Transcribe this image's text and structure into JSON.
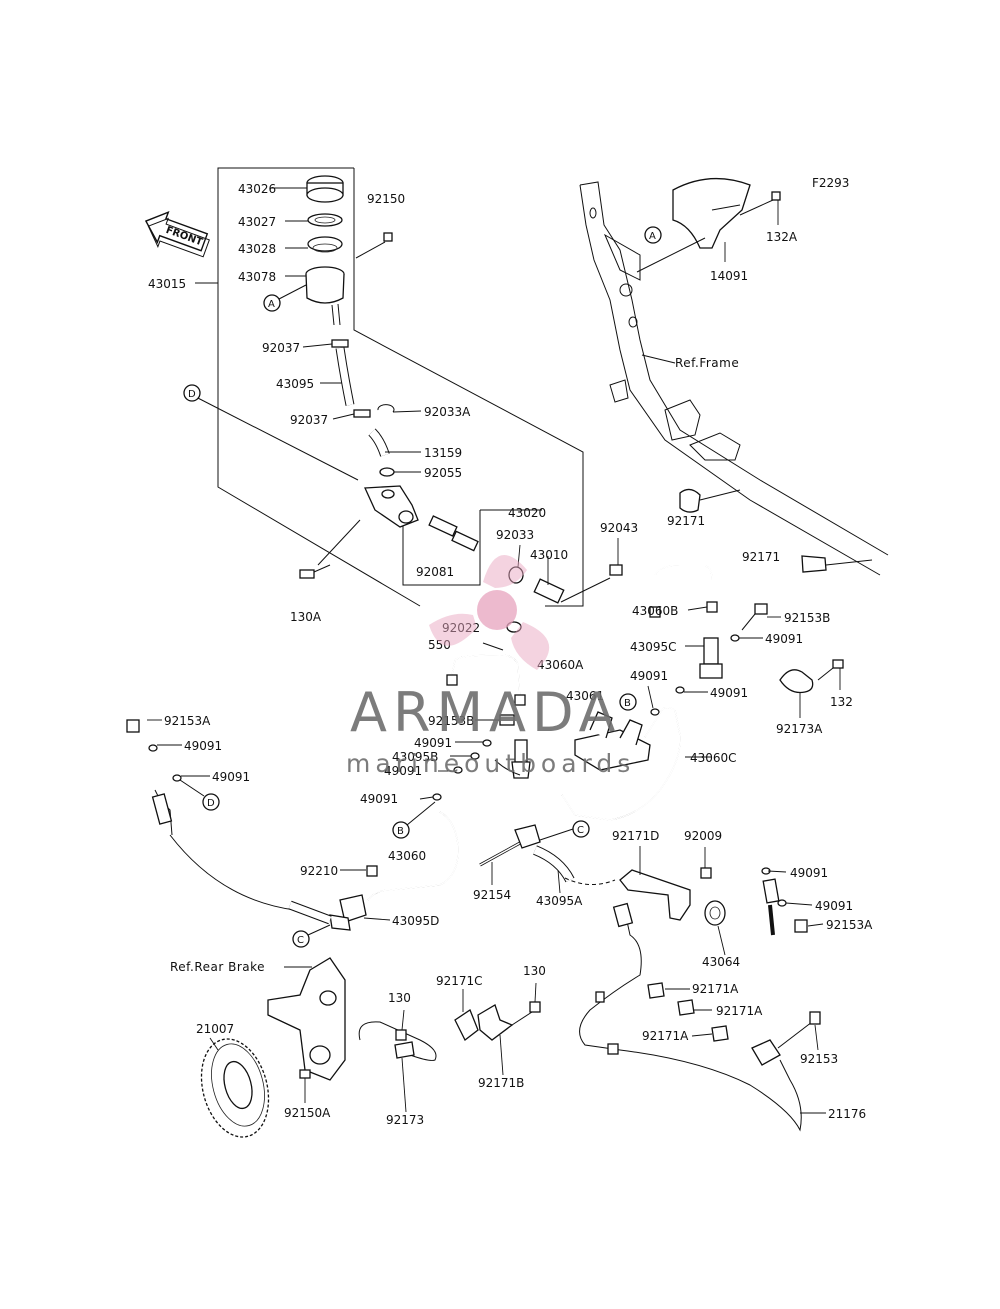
{
  "diagram_code": "F2293",
  "front_label": "FRONT",
  "watermark": {
    "brand": "ARMADA",
    "tagline": "marineoutboards",
    "logo_color": "#e7a6bf",
    "text_color": "#6e6e6e"
  },
  "refs": {
    "frame": "Ref.Frame",
    "rear_brake": "Ref.Rear Brake"
  },
  "callouts": {
    "a": "A",
    "b": "B",
    "c": "C",
    "d": "D"
  },
  "parts": {
    "p43015": "43015",
    "p43026": "43026",
    "p43027": "43027",
    "p43028": "43028",
    "p43078": "43078",
    "p92150": "92150",
    "p92037a": "92037",
    "p43095": "43095",
    "p92037b": "92037",
    "p92033A": "92033A",
    "p13159": "13159",
    "p92055": "92055",
    "p43020": "43020",
    "p92033": "92033",
    "p43010": "43010",
    "p92081": "92081",
    "p130A": "130A",
    "p92022": "92022",
    "p550": "550",
    "p43060A": "43060A",
    "p92043": "92043",
    "p14091": "14091",
    "p132A": "132A",
    "p92171a": "92171",
    "p92171b": "92171",
    "p43060B": "43060B",
    "p92153B_r": "92153B",
    "p49091_r1": "49091",
    "p43095C": "43095C",
    "p49091_r2": "49091",
    "p49091_r3": "49091",
    "p43061": "43061",
    "p132": "132",
    "p92173A": "92173A",
    "p92153A_l": "92153A",
    "p49091_l1": "49091",
    "p49091_l2": "49091",
    "p92153B_c": "92153B",
    "p49091_c1": "49091",
    "p43095B": "43095B",
    "p49091_c2": "49091",
    "p49091_c3": "49091",
    "p43060C": "43060C",
    "p43060": "43060",
    "p92210": "92210",
    "p43095D": "43095D",
    "p92154": "92154",
    "p43095A": "43095A",
    "p92171D": "92171D",
    "p92009": "92009",
    "p49091_b1": "49091",
    "p49091_b2": "49091",
    "p92153A_b": "92153A",
    "p43064": "43064",
    "p130a": "130",
    "p130b": "130",
    "p92171C": "92171C",
    "p92171A_1": "92171A",
    "p92171A_2": "92171A",
    "p92171A_3": "92171A",
    "p92153": "92153",
    "p21007": "21007",
    "p92150A": "92150A",
    "p92173": "92173",
    "p92171B": "92171B",
    "p21176": "21176"
  }
}
